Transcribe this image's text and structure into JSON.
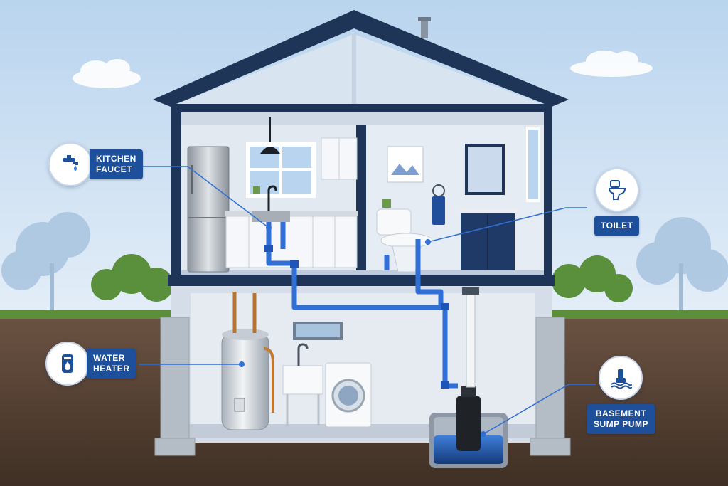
{
  "callouts": {
    "kitchen_faucet": {
      "label": "KITCHEN\nFAUCET",
      "icon": "faucet-icon"
    },
    "toilet": {
      "label": "TOILET",
      "icon": "toilet-icon"
    },
    "water_heater": {
      "label": "WATER\nHEATER",
      "icon": "water-heater-icon"
    },
    "sump_pump": {
      "label": "BASEMENT\nSUMP PUMP",
      "icon": "sump-pump-icon"
    }
  },
  "colors": {
    "label_bg": "#1d4f9a",
    "pipe": "#2f6fd6",
    "roof": "#1e3557",
    "sky": "#cfe1f3",
    "soil": "#5a4536",
    "grass": "#5d8f3a"
  }
}
